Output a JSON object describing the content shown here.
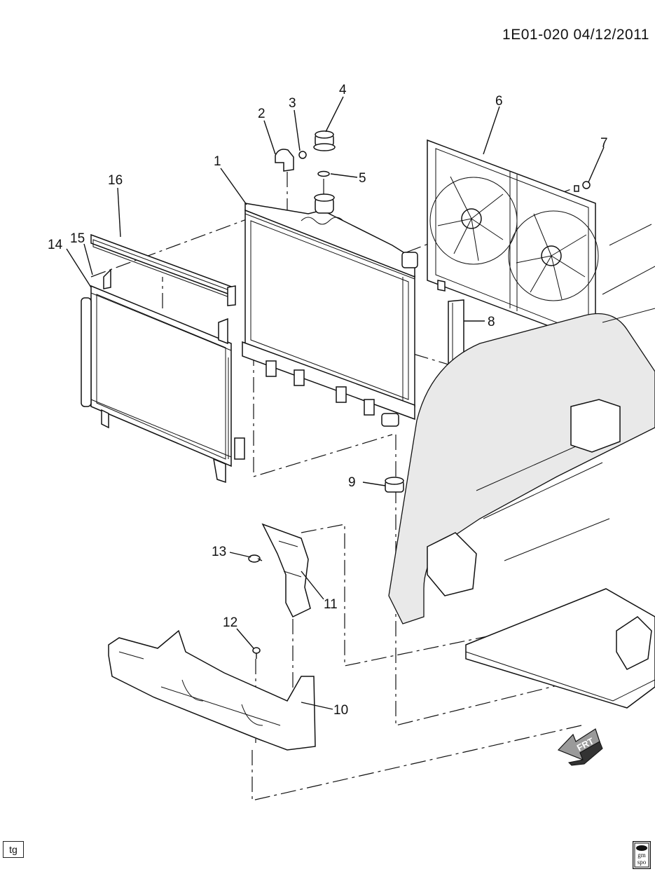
{
  "header": {
    "doc_id": "1E01-020  04/12/2011"
  },
  "footer": {
    "code": "tg",
    "logo_text_1": "gm",
    "logo_text_2": "spo"
  },
  "callouts": [
    "1",
    "2",
    "3",
    "4",
    "5",
    "6",
    "7",
    "8",
    "9",
    "10",
    "11",
    "12",
    "13",
    "14",
    "15",
    "16"
  ],
  "direction_label": "FRT"
}
